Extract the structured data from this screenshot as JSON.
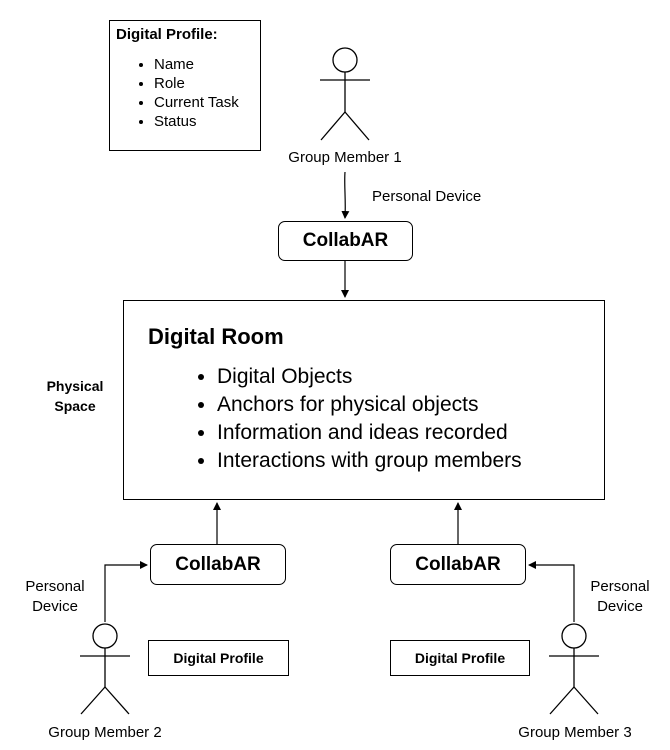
{
  "profile_card": {
    "title": "Digital Profile:",
    "items": [
      "Name",
      "Role",
      "Current Task",
      "Status"
    ]
  },
  "members": {
    "m1": "Group Member 1",
    "m2": "Group Member 2",
    "m3": "Group Member 3"
  },
  "device_labels": {
    "top": "Personal Device",
    "left_line1": "Personal",
    "left_line2": "Device",
    "right_line1": "Personal",
    "right_line2": "Device"
  },
  "collabar": {
    "top": "CollabAR",
    "left": "CollabAR",
    "right": "CollabAR"
  },
  "digital_room": {
    "title": "Digital Room",
    "items": [
      "Digital Objects",
      "Anchors for physical objects",
      "Information and ideas recorded",
      "Interactions with group members"
    ]
  },
  "physical_space": {
    "line1": "Physical",
    "line2": "Space"
  },
  "small_profiles": {
    "left": "Digital Profile",
    "right": "Digital Profile"
  }
}
